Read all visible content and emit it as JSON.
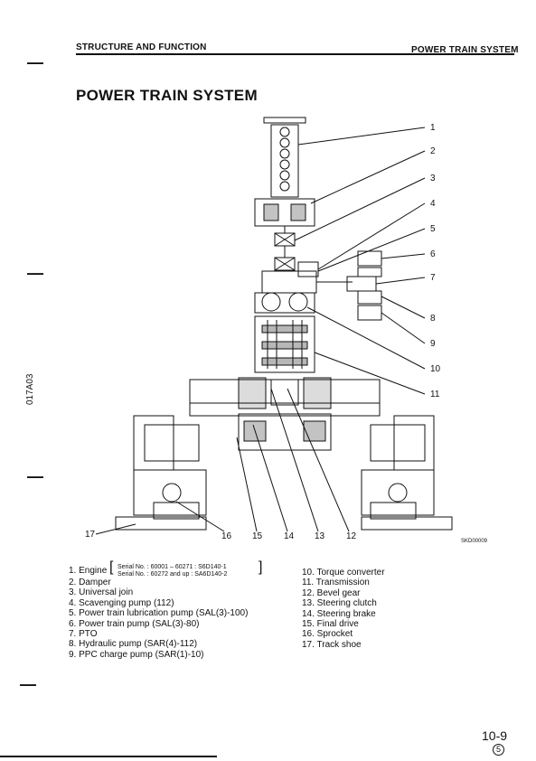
{
  "header": {
    "left": "STRUCTURE AND FUNCTION",
    "right": "POWER TRAIN  SYSTEM"
  },
  "title": "POWER TRAIN SYSTEM",
  "side_code": "017A03",
  "figure": {
    "code": "SKD00009",
    "callouts_right": [
      "1",
      "2",
      "3",
      "4",
      "5",
      "6",
      "7",
      "8",
      "9",
      "10",
      "11"
    ],
    "callouts_bottom": [
      "17",
      "16",
      "15",
      "14",
      "13",
      "12"
    ]
  },
  "legend": {
    "left": {
      "engine_label": "1. Engine",
      "engine_serial_1": "Serial No. : 60001 – 60271 : S6D140-1",
      "engine_serial_2": "Serial No. : 60272 and up : SA6D140-2",
      "items": [
        "2. Damper",
        "3. Universal join",
        "4. Scavenging pump (112)",
        "5. Power train lubrication pump (SAL(3)-100)",
        "6. Power train pump (SAL(3)-80)",
        "7. PTO",
        "8. Hydraulic pump (SAR(4)-112)",
        "9. PPC charge pump (SAR(1)-10)"
      ]
    },
    "right": {
      "items": [
        "10. Torque converter",
        "11. Transmission",
        "12. Bevel gear",
        "13. Steering clutch",
        "14. Steering brake",
        "15. Final drive",
        "16. Sprocket",
        "17. Track shoe"
      ]
    }
  },
  "footer": {
    "page_number": "10-9",
    "revision": "5"
  }
}
